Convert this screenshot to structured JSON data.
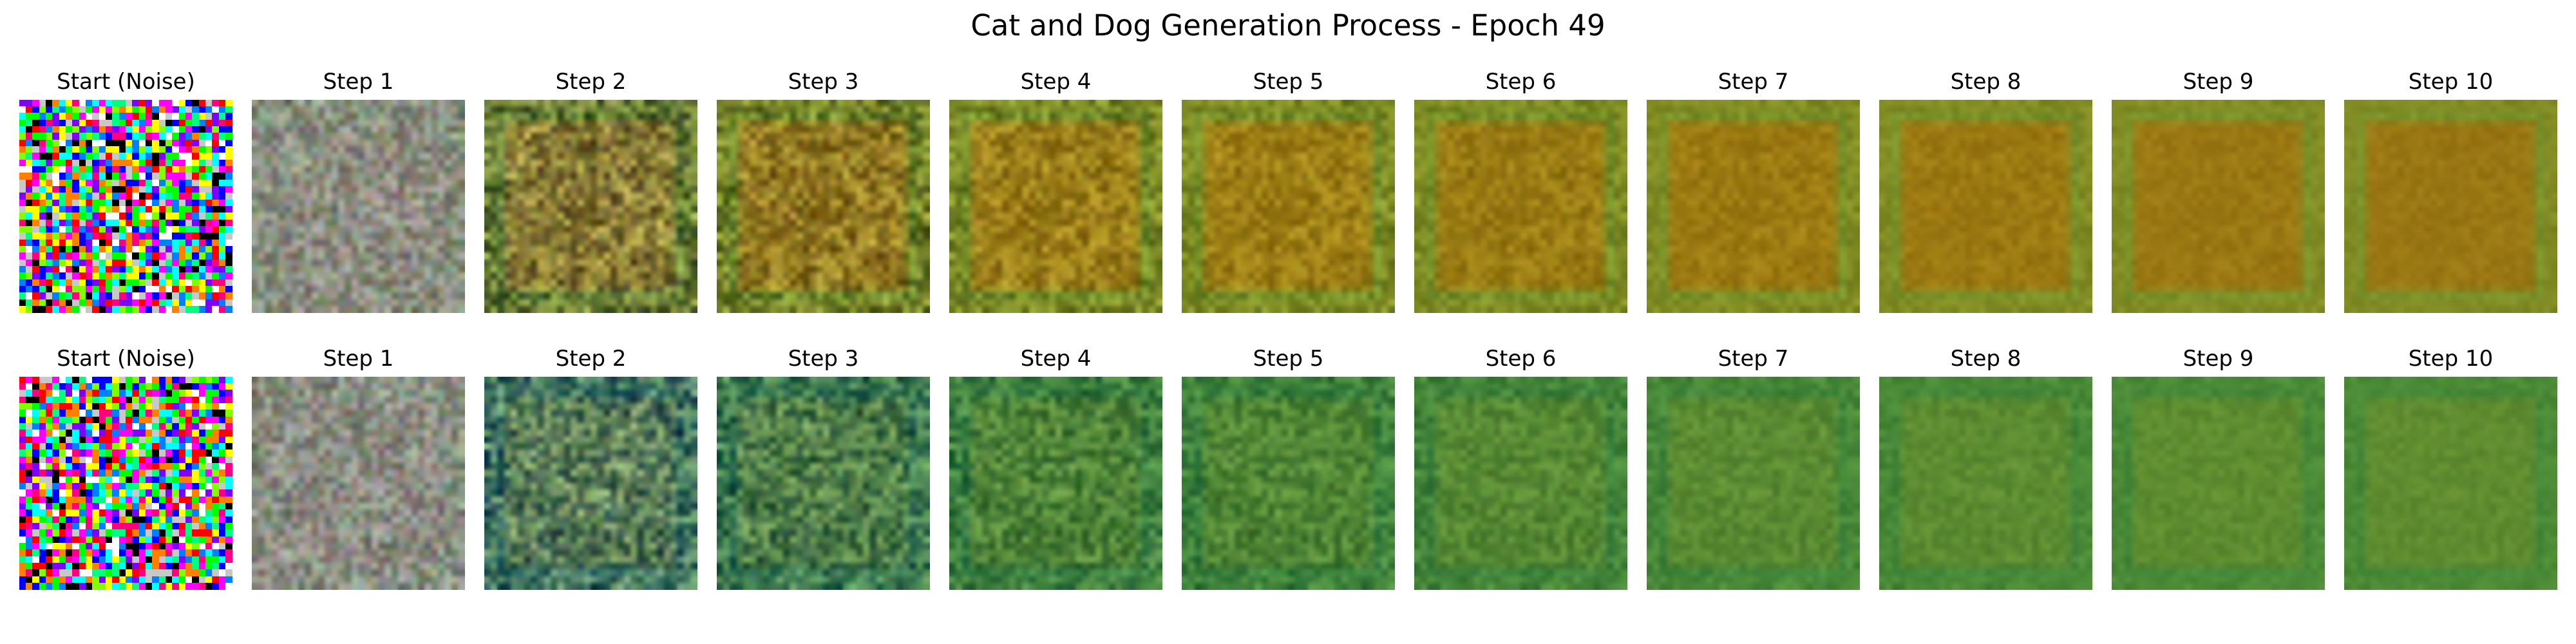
{
  "figure": {
    "title": "Cat and Dog Generation Process - Epoch 49"
  },
  "rows": [
    {
      "id": "cat",
      "panels": [
        {
          "title": "Start (Noise)",
          "tint": "#8a8a8a",
          "edge": "#8a8a8a",
          "noise": 1.0,
          "detail": 0.0
        },
        {
          "title": "Step 1",
          "tint": "#8c8c80",
          "edge": "#85907a",
          "noise": 0.3,
          "detail": 0.0
        },
        {
          "title": "Step 2",
          "tint": "#8a7c36",
          "edge": "#4e7a34",
          "noise": 0.16,
          "detail": 1.0
        },
        {
          "title": "Step 3",
          "tint": "#937a22",
          "edge": "#58862c",
          "noise": 0.12,
          "detail": 0.85
        },
        {
          "title": "Step 4",
          "tint": "#9c7f1a",
          "edge": "#5e8f2e",
          "noise": 0.08,
          "detail": 0.65
        },
        {
          "title": "Step 5",
          "tint": "#9d7f16",
          "edge": "#63942f",
          "noise": 0.06,
          "detail": 0.5
        },
        {
          "title": "Step 6",
          "tint": "#9a7c14",
          "edge": "#669730",
          "noise": 0.05,
          "detail": 0.38
        },
        {
          "title": "Step 7",
          "tint": "#9c7a12",
          "edge": "#6a9a31",
          "noise": 0.04,
          "detail": 0.28
        },
        {
          "title": "Step 8",
          "tint": "#9c7912",
          "edge": "#6c9b32",
          "noise": 0.035,
          "detail": 0.22
        },
        {
          "title": "Step 9",
          "tint": "#9b7813",
          "edge": "#6d9c32",
          "noise": 0.03,
          "detail": 0.18
        },
        {
          "title": "Step 10",
          "tint": "#9a7713",
          "edge": "#6e9c33",
          "noise": 0.03,
          "detail": 0.15
        }
      ]
    },
    {
      "id": "dog",
      "panels": [
        {
          "title": "Start (Noise)",
          "tint": "#8a8a8a",
          "edge": "#8a8a8a",
          "noise": 1.0,
          "detail": 0.0
        },
        {
          "title": "Step 1",
          "tint": "#8b8c82",
          "edge": "#84907e",
          "noise": 0.3,
          "detail": 0.0
        },
        {
          "title": "Step 2",
          "tint": "#5a7c58",
          "edge": "#2f6c66",
          "noise": 0.18,
          "detail": 1.0
        },
        {
          "title": "Step 3",
          "tint": "#4f7d48",
          "edge": "#2e7456",
          "noise": 0.13,
          "detail": 0.85
        },
        {
          "title": "Step 4",
          "tint": "#4e8238",
          "edge": "#2f7a44",
          "noise": 0.09,
          "detail": 0.65
        },
        {
          "title": "Step 5",
          "tint": "#508535",
          "edge": "#2f7d40",
          "noise": 0.07,
          "detail": 0.5
        },
        {
          "title": "Step 6",
          "tint": "#568833",
          "edge": "#337f3e",
          "noise": 0.05,
          "detail": 0.38
        },
        {
          "title": "Step 7",
          "tint": "#5a8a32",
          "edge": "#38843d",
          "noise": 0.04,
          "detail": 0.28
        },
        {
          "title": "Step 8",
          "tint": "#5c8b31",
          "edge": "#3a863c",
          "noise": 0.035,
          "detail": 0.22
        },
        {
          "title": "Step 9",
          "tint": "#5e8c30",
          "edge": "#3b873c",
          "noise": 0.03,
          "detail": 0.18
        },
        {
          "title": "Step 10",
          "tint": "#608c30",
          "edge": "#3c883b",
          "noise": 0.03,
          "detail": 0.15
        }
      ]
    }
  ]
}
